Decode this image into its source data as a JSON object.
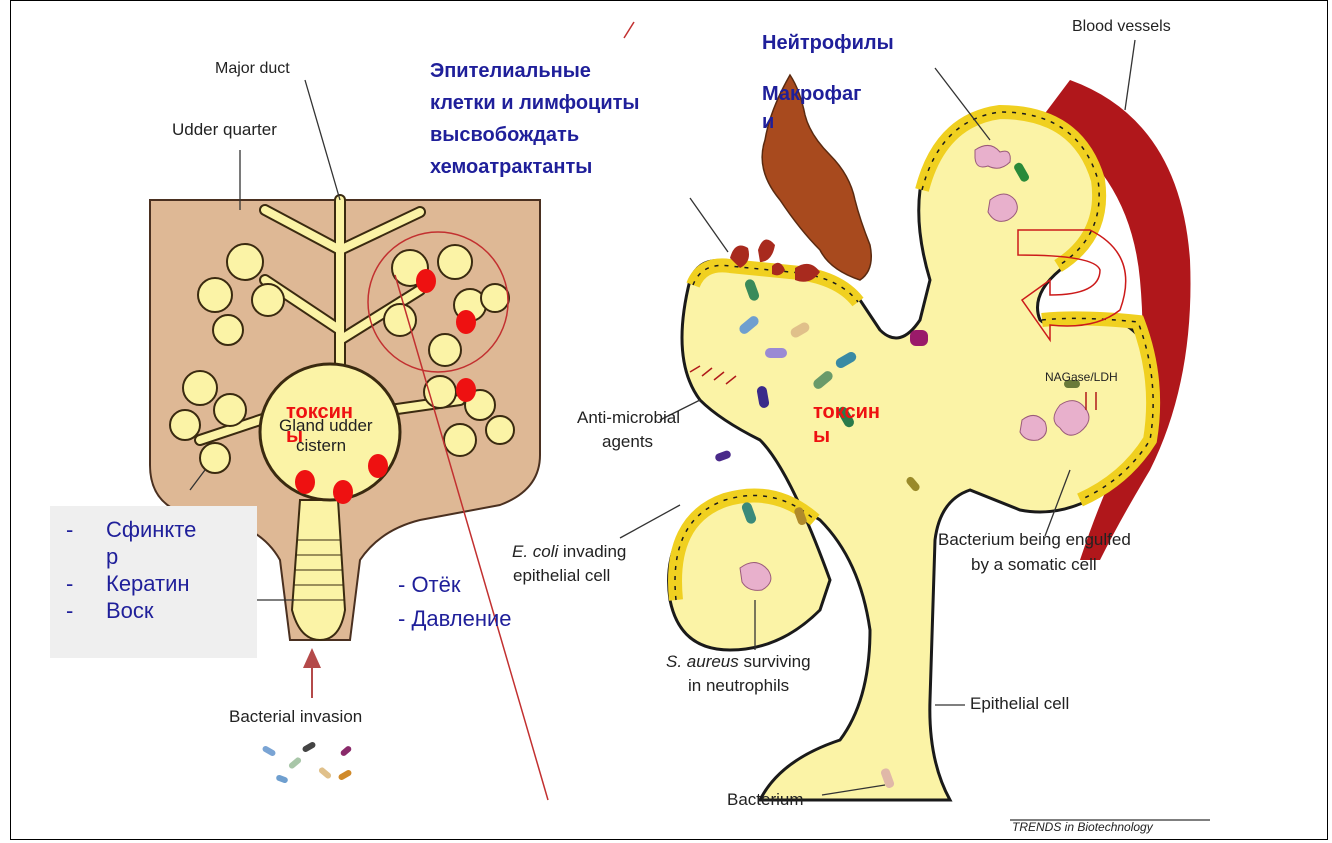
{
  "left_labels": {
    "major_duct": "Major duct",
    "udder_quarter": "Udder quarter",
    "gland_cistern_line1": "Gland udder",
    "gland_cistern_line2": "cistern",
    "bacterial_invasion": "Bacterial invasion"
  },
  "right_labels": {
    "blood_vessels": "Blood vessels",
    "antimicrobial_line1": "Anti-microbial",
    "antimicrobial_line2": "agents",
    "ecoli_species": "E. coli",
    "ecoli_rest": " invading",
    "ecoli_line2": "epithelial cell",
    "saureus_species": "S. aureus",
    "saureus_rest": " surviving",
    "saureus_line2": "in neutrophils",
    "engulfed_line1": "Bacterium being engulfed",
    "engulfed_line2": "by a somatic cell",
    "epithelial_cell": "Epithelial cell",
    "bacterium": "Bacterium",
    "nagase": "NAGase/LDH",
    "credit": "TRENDS in Biotechnology"
  },
  "overlays": {
    "chemo_line1": "Эпителиальные",
    "chemo_line2": "клетки и лимфоциты",
    "chemo_line3": "высвобождать",
    "chemo_line4": "хемоатрактанты",
    "neutrophils": "Нейтрофилы",
    "macrophage_line1": "Макрофаг",
    "macrophage_line2": "и",
    "toxins_left_line1": "токсин",
    "toxins_left_line2": "ы",
    "toxins_right_line1": "токсин",
    "toxins_right_line2": "ы",
    "edema": "- Отёк",
    "pressure": "- Давление",
    "defense_dash": "-",
    "defense_items": [
      "Сфинкте",
      "р",
      "Кератин",
      "Воск"
    ]
  },
  "colors": {
    "udder_tan": "#deb895",
    "gland_yellow": "#fbf3a6",
    "epithelium_yellow": "#f0d020",
    "blood_red": "#b0171b",
    "macrophage_brown": "#a84a1e",
    "label_blue": "#1f1f9a",
    "toxin_red": "#ee1111"
  }
}
